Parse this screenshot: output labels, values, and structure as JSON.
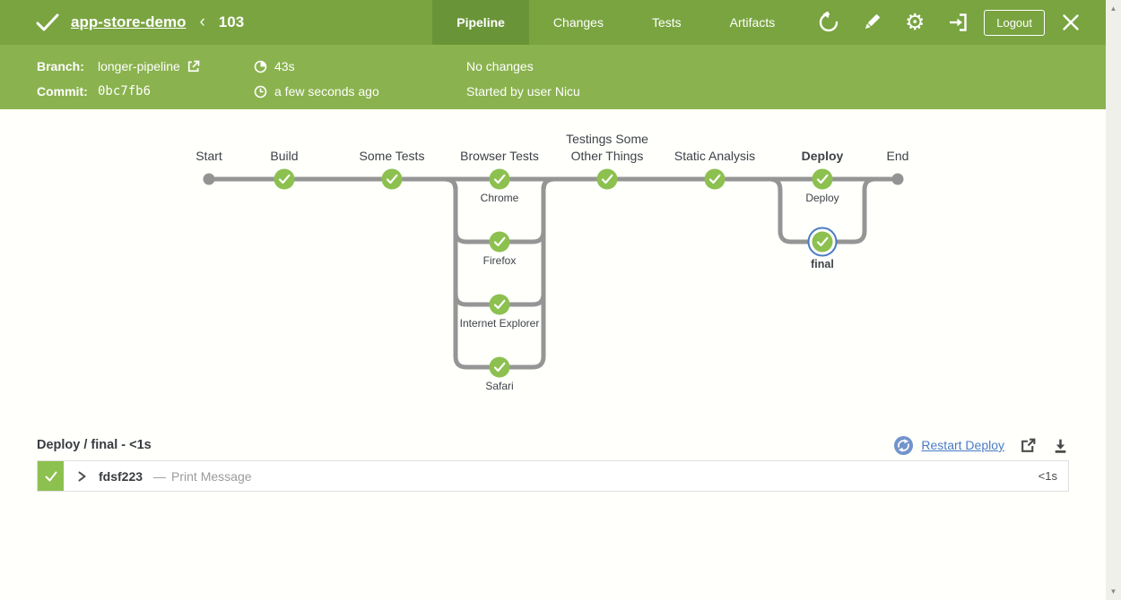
{
  "colors": {
    "topbar_green": "#79a440",
    "tab_active_green": "#699438",
    "subbar_green": "#8ab24e",
    "node_green": "#8cc04f",
    "line_gray": "#959595",
    "selected_ring_blue": "#4a7bc4",
    "link_blue": "#4a7bc4",
    "restart_circle_blue": "#7293cb"
  },
  "header": {
    "status": "success",
    "title": "app-store-demo",
    "separator": "‹",
    "run_number": "103",
    "tabs": [
      {
        "label": "Pipeline",
        "active": true
      },
      {
        "label": "Changes",
        "active": false
      },
      {
        "label": "Tests",
        "active": false
      },
      {
        "label": "Artifacts",
        "active": false
      }
    ],
    "logout_label": "Logout"
  },
  "run_info": {
    "branch_label": "Branch:",
    "branch_value": "longer-pipeline",
    "commit_label": "Commit:",
    "commit_value": "0bc7fb6",
    "duration": "43s",
    "time_ago": "a few seconds ago",
    "changes": "No changes",
    "started_by": "Started by user Nicu"
  },
  "pipeline": {
    "stages": [
      {
        "label": "Start",
        "type": "terminal"
      },
      {
        "label": "Build",
        "status": "success"
      },
      {
        "label": "Some Tests",
        "status": "success"
      },
      {
        "label": "Browser Tests",
        "status": "success",
        "parallel": [
          "Chrome",
          "Firefox",
          "Internet Explorer",
          "Safari"
        ]
      },
      {
        "label": "Testings Some Other Things",
        "status": "success"
      },
      {
        "label": "Static Analysis",
        "status": "success"
      },
      {
        "label": "Deploy",
        "status": "success",
        "parallel": [
          "Deploy",
          "final"
        ],
        "selected_parallel": "final"
      },
      {
        "label": "End",
        "type": "terminal"
      }
    ]
  },
  "detail": {
    "title": "Deploy / final - <1s",
    "restart_label": "Restart Deploy",
    "step": {
      "id": "fdsf223",
      "separator": "—",
      "name": "Print Message",
      "duration": "<1s"
    }
  },
  "icons": {
    "gear": "⚙",
    "scroll_up": "▲",
    "scroll_down": "▼"
  }
}
